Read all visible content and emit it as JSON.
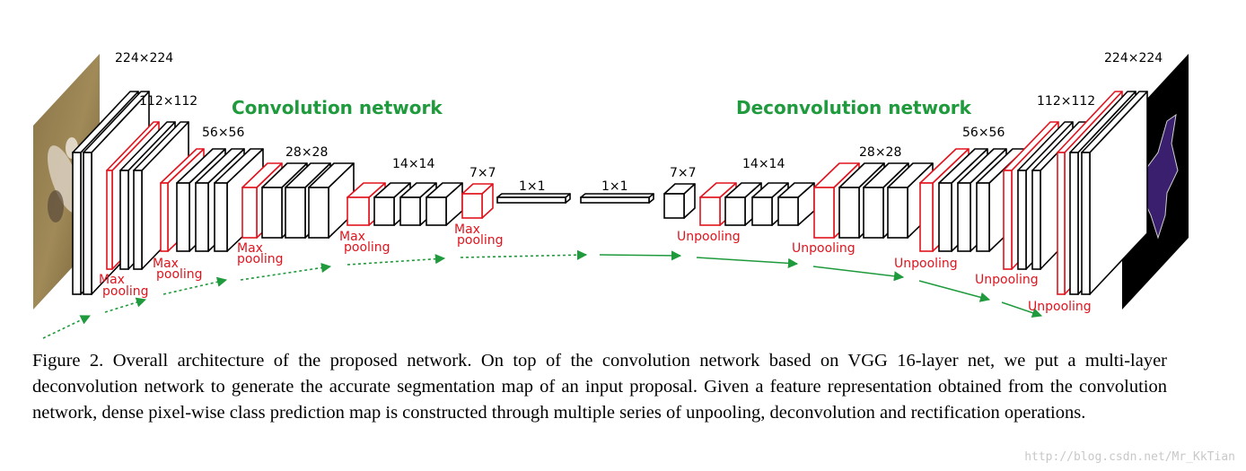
{
  "titles": {
    "conv": "Convolution network",
    "deconv": "Deconvolution network"
  },
  "dims": {
    "d224": "224×224",
    "d112": "112×112",
    "d56": "56×56",
    "d28": "28×28",
    "d14": "14×14",
    "d7": "7×7",
    "d1": "1×1"
  },
  "ops": {
    "max": "Max",
    "pooling": "pooling",
    "unpooling": "Unpooling"
  },
  "caption": "Figure 2. Overall architecture of the proposed network. On top of the convolution network based on VGG 16-layer net, we put a multi-layer deconvolution network to generate the accurate segmentation map of an input proposal. Given a feature representation obtained from the convolution network, dense pixel-wise class prediction map is constructed through multiple series of unpooling, deconvolution and rectification operations.",
  "watermark": "http://blog.csdn.net/Mr_KkTian",
  "colors": {
    "green": "#1f9a3c",
    "red": "#e0141e",
    "black": "#000000"
  }
}
